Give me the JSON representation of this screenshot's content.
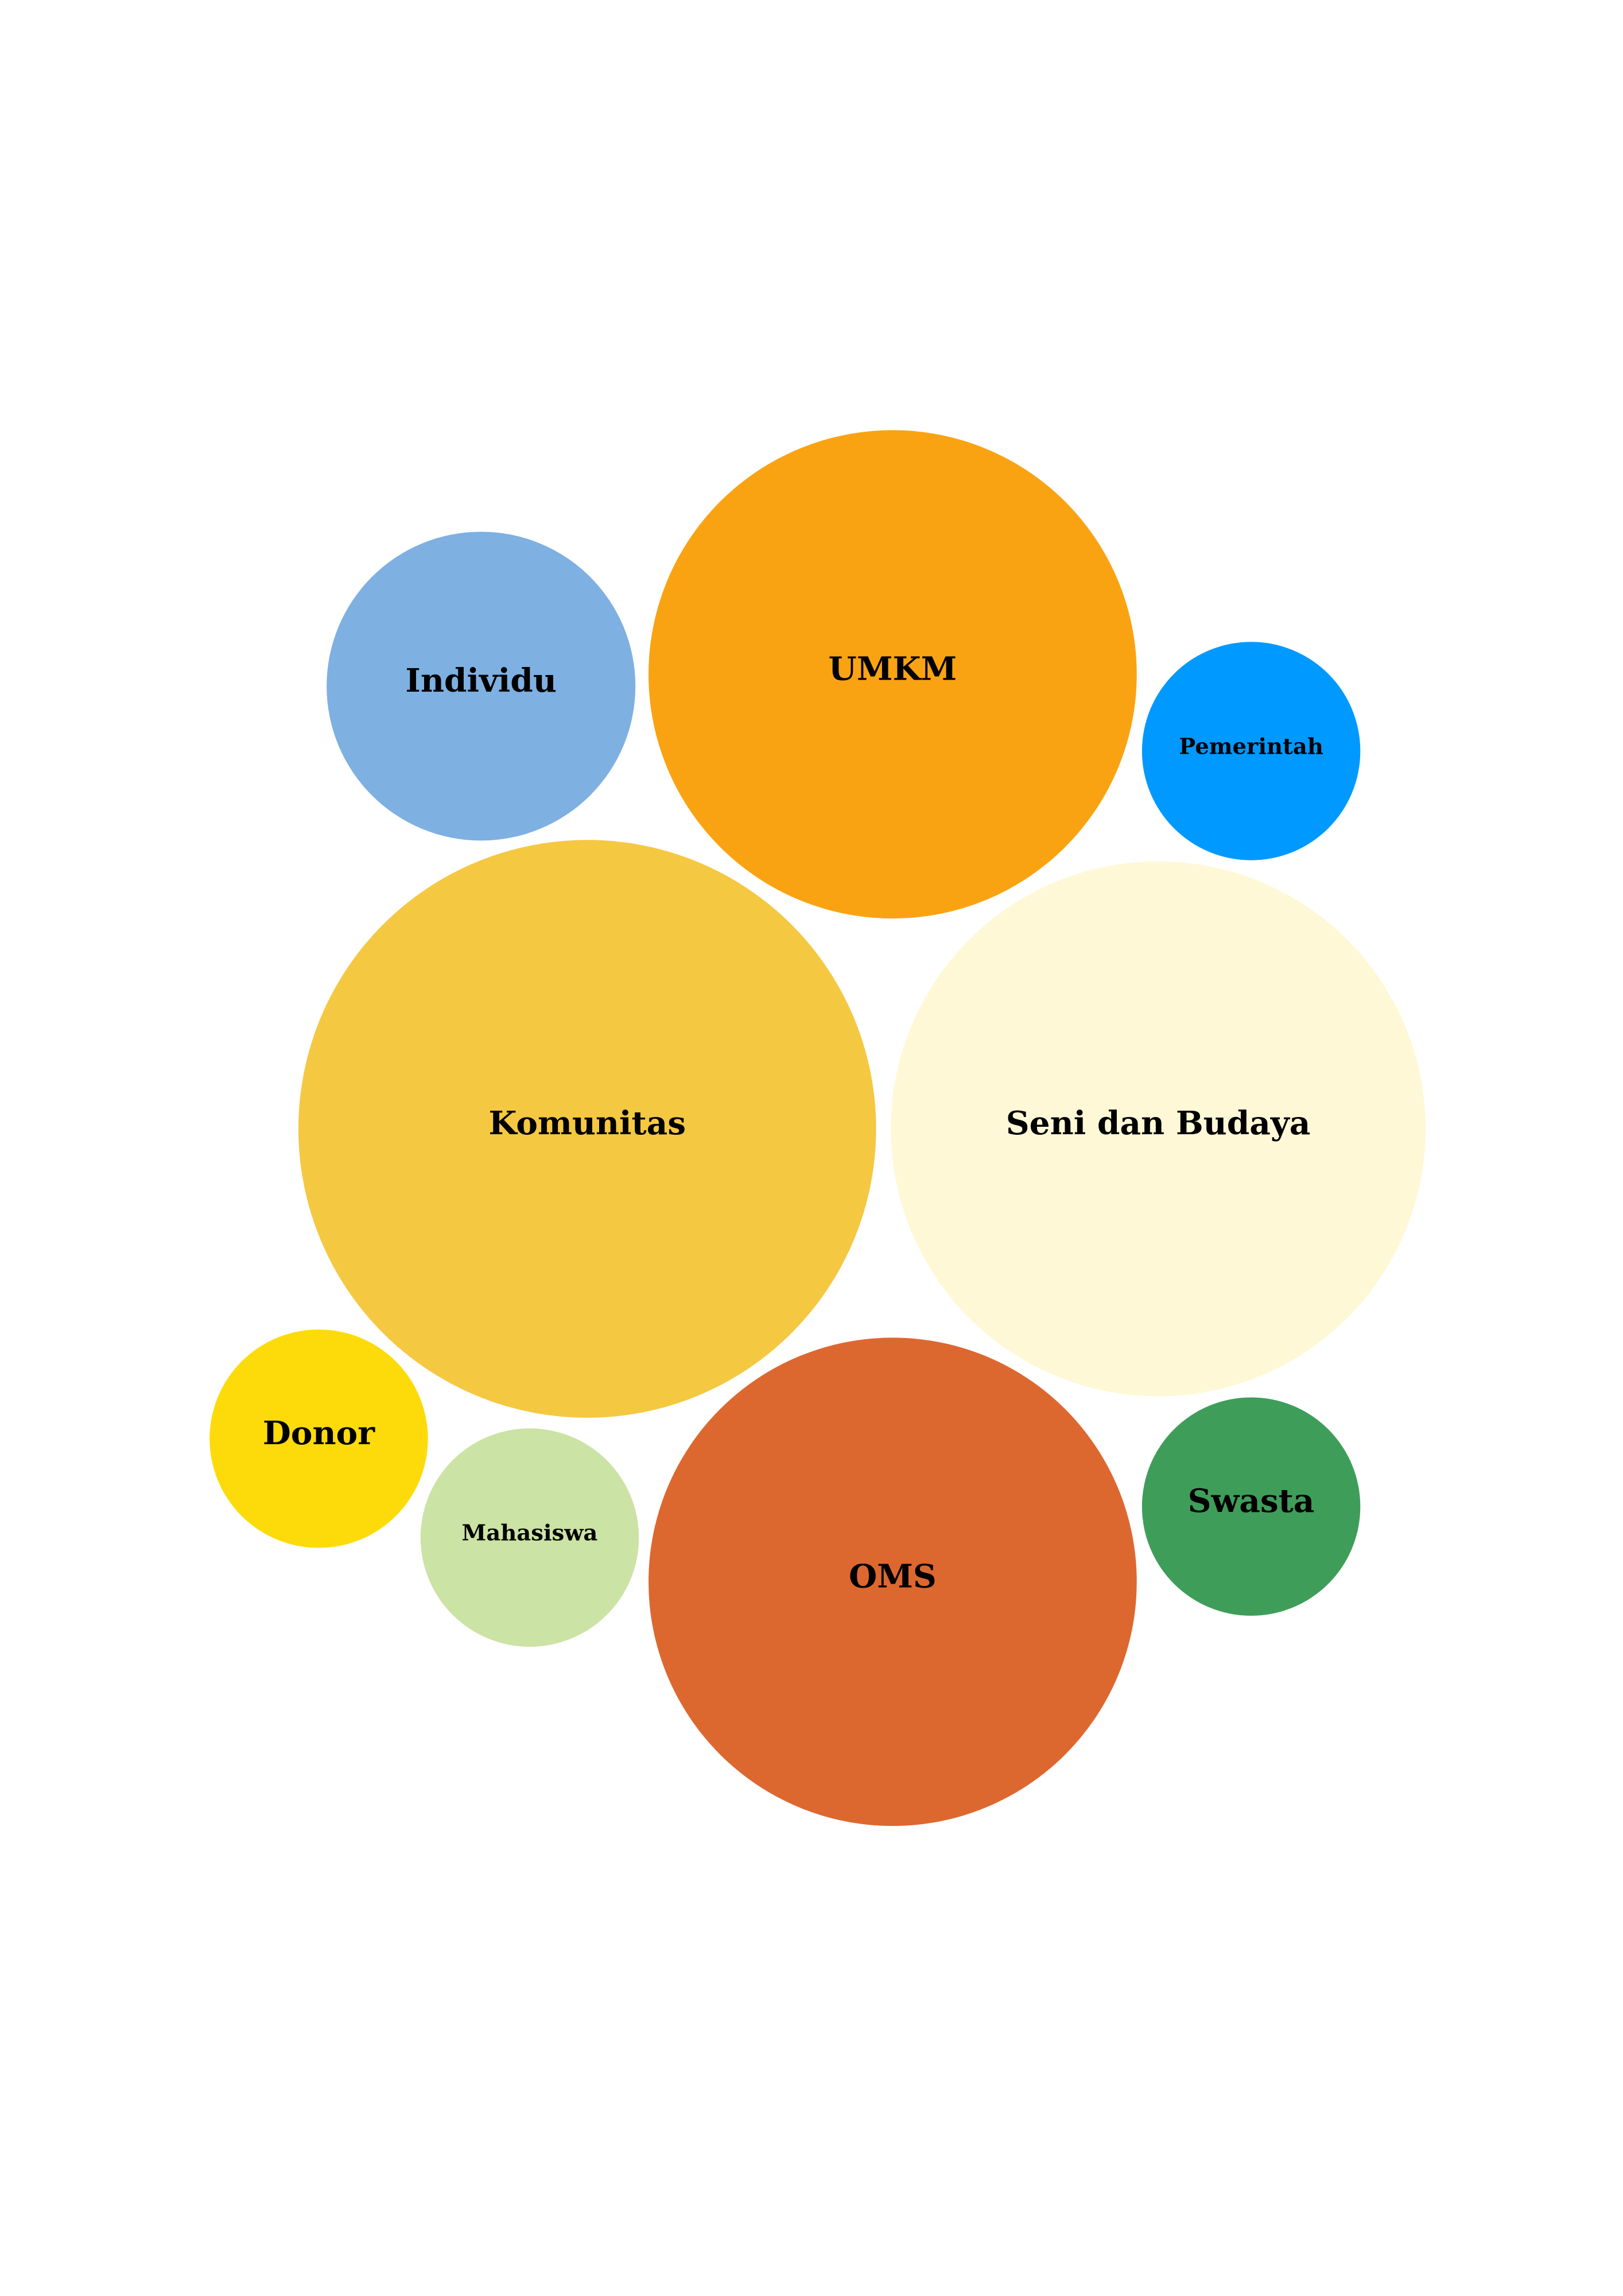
{
  "chart_data": {
    "type": "bubble",
    "title": "",
    "legend": "none",
    "bubbles": [
      {
        "label": "Individu",
        "value": 2,
        "color": "#7EB0E2"
      },
      {
        "label": "UMKM",
        "value": 5,
        "color": "#FAA312"
      },
      {
        "label": "Pemerintah",
        "value": 1,
        "color": "#0099FF"
      },
      {
        "label": "Komunitas",
        "value": 7,
        "color": "#F5C842"
      },
      {
        "label": "Seni dan Budaya",
        "value": 6,
        "color": "#FEF8D6"
      },
      {
        "label": "Donor",
        "value": 1,
        "color": "#FDDB0A"
      },
      {
        "label": "Mahasiswa",
        "value": 1,
        "color": "#CBE3A4"
      },
      {
        "label": "OMS",
        "value": 5,
        "color": "#DC6830"
      },
      {
        "label": "Swasta",
        "value": 1,
        "color": "#3F9D5A"
      }
    ]
  }
}
